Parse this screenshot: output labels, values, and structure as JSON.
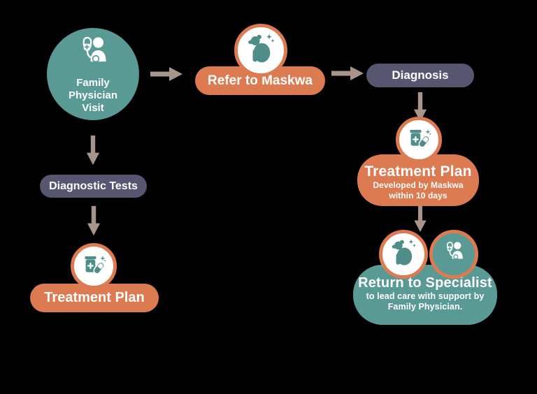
{
  "colors": {
    "teal": "#5a9a95",
    "orange": "#dc7b52",
    "navy": "#565671",
    "arrow": "#a7948a",
    "icon_teal": "#4f8d89",
    "white": "#ffffff",
    "background": "#000000"
  },
  "nodes": {
    "family_physician_visit": {
      "label": "Family Physician Visit"
    },
    "refer_to_maskwa": {
      "label": "Refer to Maskwa"
    },
    "diagnosis": {
      "label": "Diagnosis"
    },
    "treatment_plan_maskwa": {
      "title": "Treatment Plan",
      "subtitle_line1": "Developed by Maskwa",
      "subtitle_line2": "within 10 days"
    },
    "return_to_specialist": {
      "title": "Return to Specialist",
      "subtitle_line1": "to lead care with support by",
      "subtitle_line2": "Family Physician."
    },
    "diagnostic_tests": {
      "label": "Diagnostic Tests"
    },
    "treatment_plan": {
      "label": "Treatment Plan"
    }
  },
  "icons": {
    "doctor": "physician-with-stethoscope-icon",
    "bear": "maskwa-bear-icon",
    "medicine": "pill-bottle-and-capsule-icon",
    "arrow": "flow-arrow"
  }
}
